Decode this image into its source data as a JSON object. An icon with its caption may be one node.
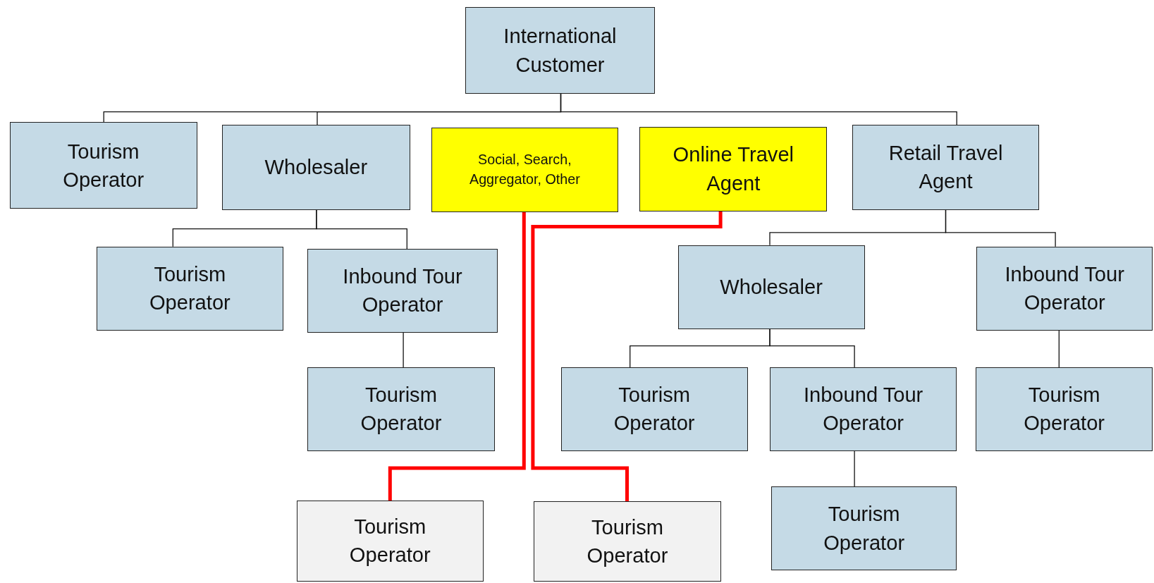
{
  "diagram": {
    "nodes": [
      {
        "text": [
          "International Customer"
        ]
      },
      {
        "text": [
          "Tourism Operator"
        ]
      },
      {
        "text": [
          "Wholesaler"
        ]
      },
      {
        "text": [
          "Social, Search, Aggregator, Other"
        ]
      },
      {
        "text": [
          "Online Travel Agent"
        ]
      },
      {
        "text": [
          "Retail Travel Agent"
        ]
      },
      {
        "text": [
          "Tourism Operator"
        ]
      },
      {
        "text": [
          "Inbound Tour Operator"
        ]
      },
      {
        "text": [
          "Tourism Operator"
        ]
      },
      {
        "text": [
          "Wholesaler"
        ]
      },
      {
        "text": [
          "Inbound Tour Operator"
        ]
      },
      {
        "text": [
          "Tourism Operator"
        ]
      },
      {
        "text": [
          "Inbound Tour Operator"
        ]
      },
      {
        "text": [
          "Tourism Operator"
        ]
      },
      {
        "text": [
          "Tourism Operator"
        ]
      },
      {
        "text": [
          "Tourism Operator"
        ]
      },
      {
        "text": [
          "Tourism Operator"
        ]
      }
    ],
    "edges": [
      {
        "from": 0,
        "to": 1,
        "arrow": "none"
      },
      {
        "from": 0,
        "to": 2,
        "arrow": "none"
      },
      {
        "from": 0,
        "to": 5,
        "arrow": "none"
      },
      {
        "from": 2,
        "to": 6,
        "arrow": "none"
      },
      {
        "from": 2,
        "to": 7,
        "arrow": "none"
      },
      {
        "from": 7,
        "to": 8,
        "arrow": "none"
      },
      {
        "from": 5,
        "to": 9,
        "arrow": "none"
      },
      {
        "from": 5,
        "to": 10,
        "arrow": "none"
      },
      {
        "from": 9,
        "to": 11,
        "arrow": "none"
      },
      {
        "from": 9,
        "to": 12,
        "arrow": "none"
      },
      {
        "from": 10,
        "to": 13,
        "arrow": "none"
      },
      {
        "from": 12,
        "to": 14,
        "arrow": "none"
      },
      {
        "from": 3,
        "to": 15,
        "arrow": "none",
        "style": "thick",
        "color": "#ff0000"
      },
      {
        "from": 4,
        "to": 16,
        "arrow": "none",
        "style": "thick",
        "color": "#ff0000"
      }
    ]
  }
}
